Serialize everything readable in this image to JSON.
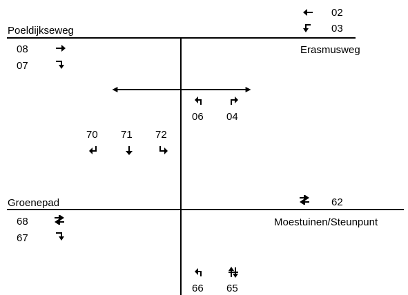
{
  "colors": {
    "background": "#ffffff",
    "ink": "#000000"
  },
  "streets": {
    "poeldijkseweg": "Poeldijkseweg",
    "erasmusweg": "Erasmusweg",
    "groenepad": "Groenepad",
    "moestuinen": "Moestuinen/Steunpunt"
  },
  "signals": {
    "s02": "02",
    "s03": "03",
    "s08": "08",
    "s07": "07",
    "s06": "06",
    "s04": "04",
    "s70": "70",
    "s71": "71",
    "s72": "72",
    "s62": "62",
    "s68": "68",
    "s67": "67",
    "s66": "66",
    "s65": "65"
  },
  "icons": {
    "s02": "arrow-left-icon",
    "s03": "turn-down-left-icon",
    "s08": "arrow-right-icon",
    "s07": "turn-right-down-icon",
    "s06": "turn-up-left-icon",
    "s04": "turn-up-right-icon",
    "s70": "turn-down-left-icon",
    "s71": "arrow-down-icon",
    "s72": "turn-down-right-icon",
    "s62": "bidirectional-crossing-icon",
    "s68": "bidirectional-crossing-icon",
    "s67": "turn-right-down-icon",
    "s66": "turn-up-left-icon",
    "s65": "bidirectional-crossing-icon",
    "crossing": "double-headed-horizontal-arrow"
  }
}
